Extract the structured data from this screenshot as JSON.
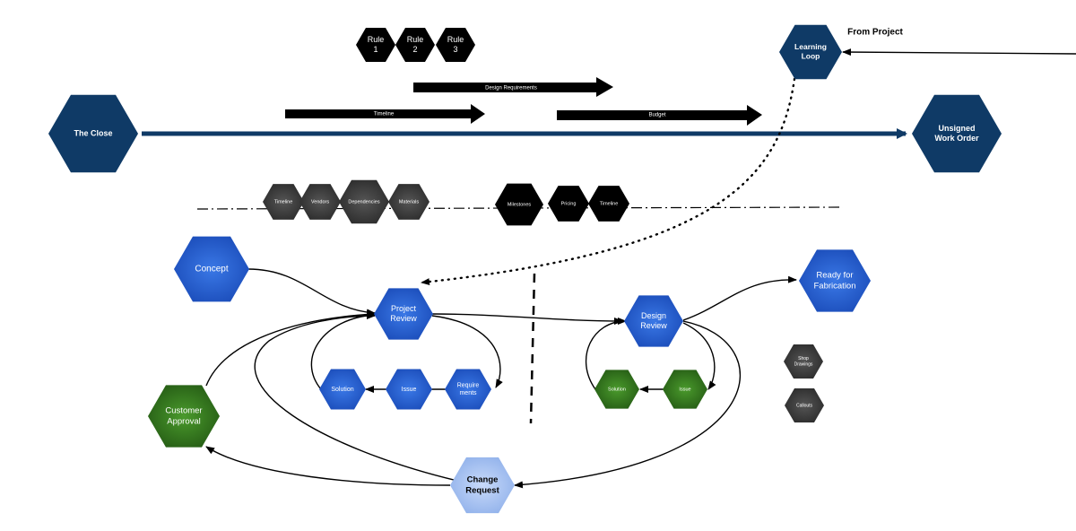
{
  "title_annotation": "From Project",
  "colors": {
    "navy": "#0f3a66",
    "blue": "#1f57c9",
    "green": "#2f6e1c",
    "light_blue": "#a9c3f0",
    "black": "#000000",
    "dark_gray": "#3a3a3a"
  },
  "rules": [
    {
      "line1": "Rule",
      "line2": "1"
    },
    {
      "line1": "Rule",
      "line2": "2"
    },
    {
      "line1": "Rule",
      "line2": "3"
    }
  ],
  "arrows": {
    "design_requirements": "Design Requirements",
    "timeline": "Timeline",
    "budget": "Budget"
  },
  "main_line": {
    "start": "The Close",
    "end_line1": "Unsigned",
    "end_line2": "Work Order"
  },
  "learning_loop": {
    "line1": "Learning",
    "line2": "Loop"
  },
  "gray_group": [
    "Timeline",
    "Vendors",
    "Dependencies",
    "Materials"
  ],
  "black_group": [
    "Milestones",
    "Pricing",
    "Timeline"
  ],
  "flow": {
    "concept": "Concept",
    "project_review": {
      "line1": "Project",
      "line2": "Review"
    },
    "requirements": {
      "line1": "Require",
      "line2": "ments"
    },
    "issue": "Issue",
    "solution": "Solution",
    "design_review": {
      "line1": "Design",
      "line2": "Review"
    },
    "dr_issue": "Issue",
    "dr_solution": "Solution",
    "ready": {
      "line1": "Ready for",
      "line2": "Fabrication"
    },
    "shop_drawings": {
      "line1": "Shop",
      "line2": "Drawings"
    },
    "callouts": "Callouts",
    "customer_approval": {
      "line1": "Customer",
      "line2": "Approval"
    },
    "change_request": {
      "line1": "Change",
      "line2": "Request"
    }
  }
}
